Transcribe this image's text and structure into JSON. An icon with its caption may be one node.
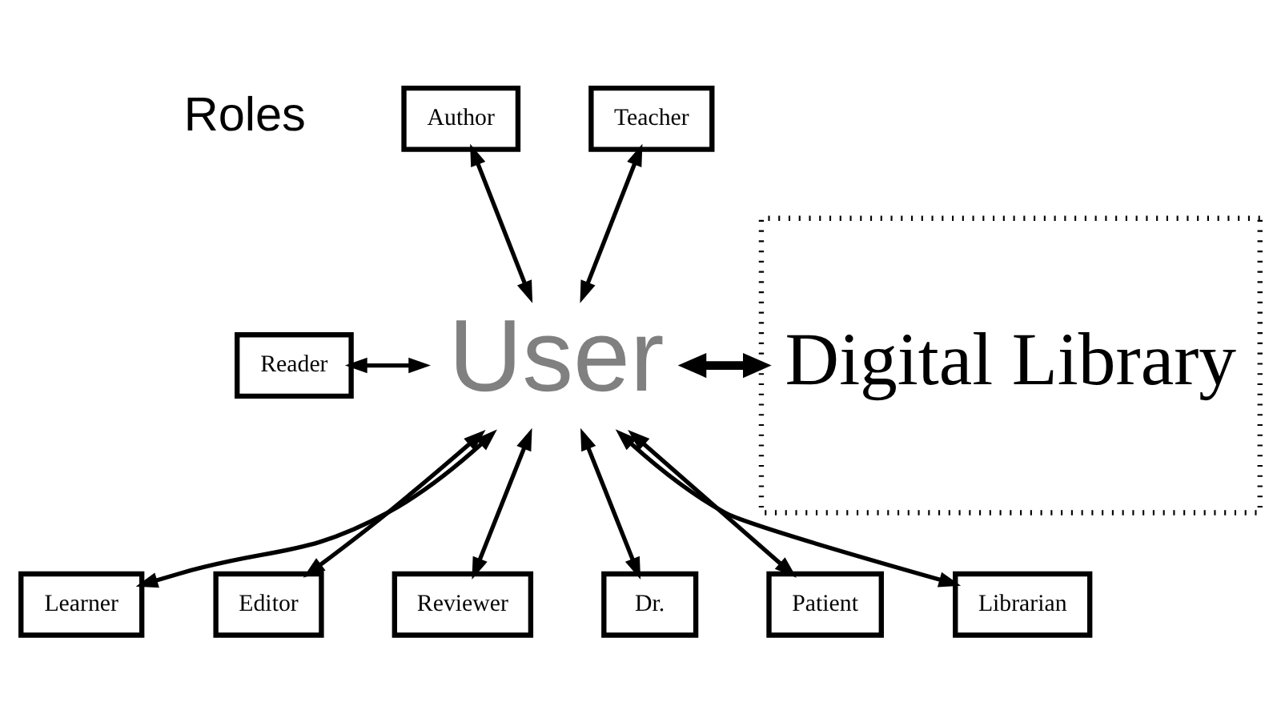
{
  "diagram": {
    "nodes": [
      {
        "text": [
          "Author"
        ]
      },
      {
        "text": [
          "Teacher"
        ]
      },
      {
        "text": [
          "Reader"
        ]
      },
      {
        "text": [
          "User"
        ]
      },
      {
        "text": [
          "Digital Library"
        ]
      },
      {
        "text": [
          "Learner"
        ]
      },
      {
        "text": [
          "Editor"
        ]
      },
      {
        "text": [
          "Reviewer"
        ]
      },
      {
        "text": [
          "Dr."
        ]
      },
      {
        "text": [
          "Patient"
        ]
      },
      {
        "text": [
          "Librarian"
        ]
      }
    ],
    "edges": [
      {
        "from": 0,
        "to": 3,
        "arrow": "both"
      },
      {
        "from": 1,
        "to": 3,
        "arrow": "both"
      },
      {
        "from": 2,
        "to": 3,
        "arrow": "both"
      },
      {
        "from": 3,
        "to": 4,
        "arrow": "both",
        "style": "thick"
      },
      {
        "from": 5,
        "to": 3,
        "arrow": "both"
      },
      {
        "from": 6,
        "to": 3,
        "arrow": "both"
      },
      {
        "from": 7,
        "to": 3,
        "arrow": "both"
      },
      {
        "from": 8,
        "to": 3,
        "arrow": "both"
      },
      {
        "from": 9,
        "to": 3,
        "arrow": "both"
      },
      {
        "from": 10,
        "to": 3,
        "arrow": "both"
      }
    ],
    "labels": [
      "Roles"
    ]
  }
}
